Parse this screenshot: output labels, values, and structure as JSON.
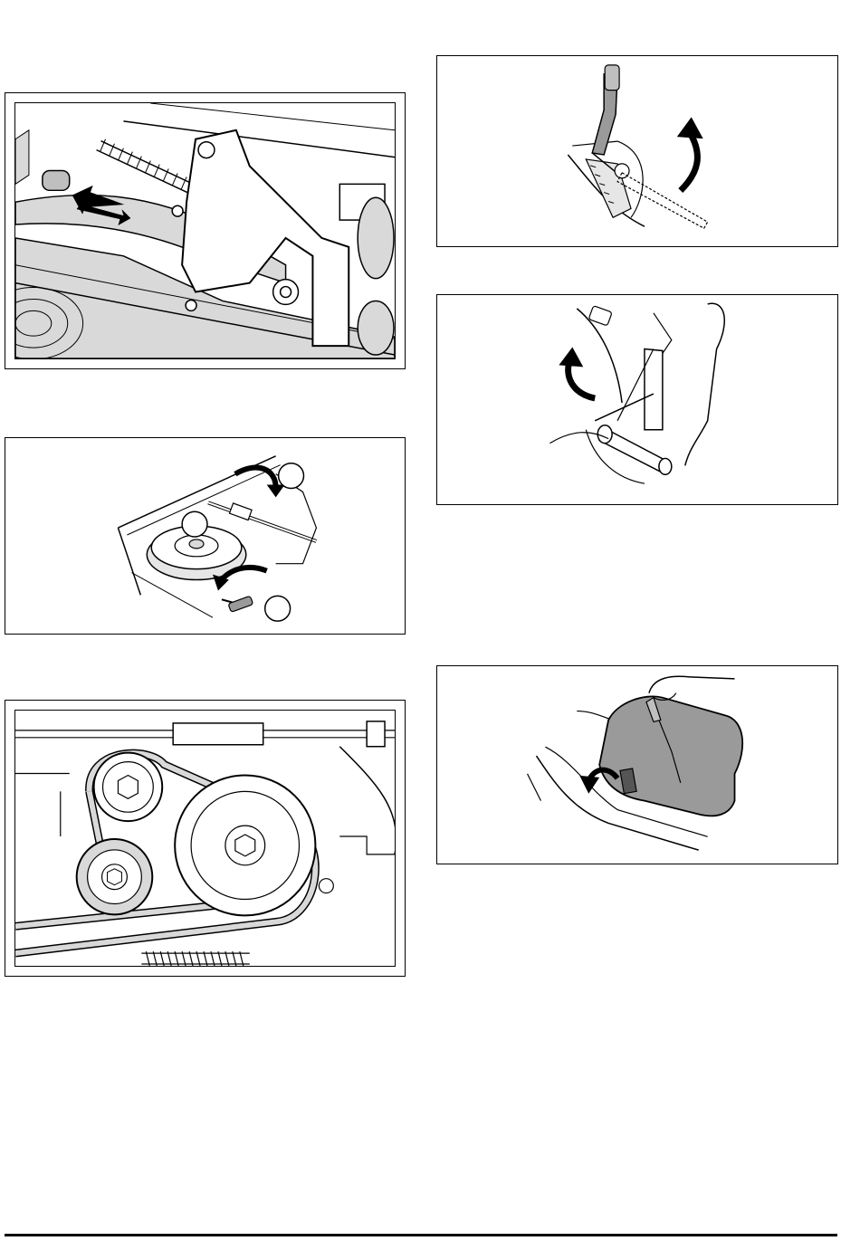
{
  "page": {
    "figures": [
      {
        "id": "fig-1",
        "subject": "lever-spring-mechanism"
      },
      {
        "id": "fig-2",
        "subject": "pulley-callouts"
      },
      {
        "id": "fig-3",
        "subject": "belt-drive"
      },
      {
        "id": "fig-4",
        "subject": "lever-raise"
      },
      {
        "id": "fig-5",
        "subject": "handle-rotate"
      },
      {
        "id": "fig-6",
        "subject": "cover-removal"
      }
    ],
    "callouts": [
      "",
      "",
      ""
    ],
    "colors": {
      "line": "#000000",
      "fill_grey": "#d9d9d9",
      "fill_dark": "#9a9a9a",
      "background": "#ffffff"
    }
  }
}
